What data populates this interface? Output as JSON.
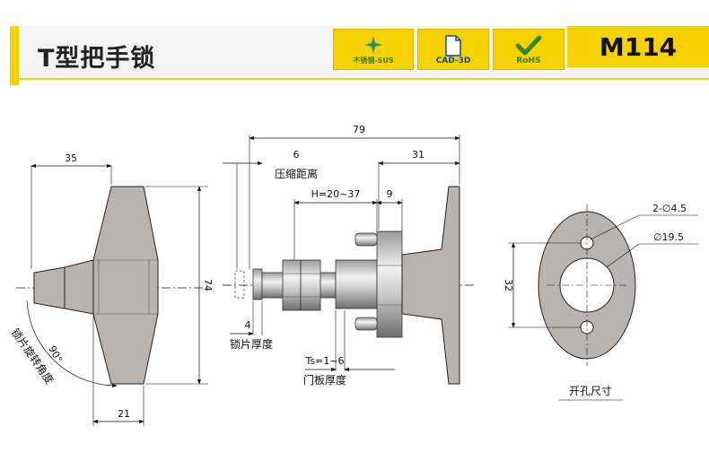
{
  "header": {
    "title": "T型把手锁",
    "model": "M114",
    "badges": [
      {
        "label": "不锈钢-SUS",
        "icon": "sparkle-star-icon",
        "color": "#3b7f1a"
      },
      {
        "label": "CAD-3D",
        "icon": "document-icon",
        "color": "#1a4f8a"
      },
      {
        "label": "RoHS",
        "icon": "checkmark-icon",
        "color": "#3b7f1a"
      }
    ]
  },
  "drawing": {
    "front": {
      "width_top": "35",
      "width_bottom": "21",
      "height": "74",
      "angle": "90°",
      "angle_label": "锁片旋转角度"
    },
    "side": {
      "total": "79",
      "compress": "6",
      "compress_label": "压缩距离",
      "right": "31",
      "h_range": "H=20~37",
      "nine": "9",
      "plate_thk": "4",
      "plate_label": "锁片厚度",
      "ts": "Ts=1~6",
      "ts_label": "门板厚度"
    },
    "cutout": {
      "holes": "2-∅4.5",
      "bore": "∅19.5",
      "spacing": "32",
      "label": "开孔尺寸"
    }
  },
  "colors": {
    "accent": "#f5d200",
    "band": "#f3f3f3",
    "part": "#b9b4b0"
  }
}
